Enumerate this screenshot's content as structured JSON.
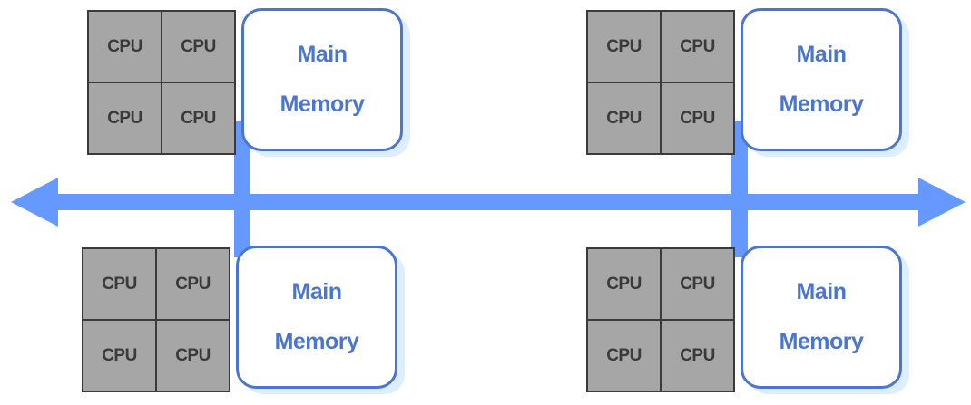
{
  "diagram": {
    "nodes": [
      {
        "id": "top-left",
        "cpus": [
          "CPU",
          "CPU",
          "CPU",
          "CPU"
        ],
        "memory": {
          "line1": "Main",
          "line2": "Memory"
        }
      },
      {
        "id": "top-right",
        "cpus": [
          "CPU",
          "CPU",
          "CPU",
          "CPU"
        ],
        "memory": {
          "line1": "Main",
          "line2": "Memory"
        }
      },
      {
        "id": "bottom-left",
        "cpus": [
          "CPU",
          "CPU",
          "CPU",
          "CPU"
        ],
        "memory": {
          "line1": "Main",
          "line2": "Memory"
        }
      },
      {
        "id": "bottom-right",
        "cpus": [
          "CPU",
          "CPU",
          "CPU",
          "CPU"
        ],
        "memory": {
          "line1": "Main",
          "line2": "Memory"
        }
      }
    ],
    "colors": {
      "bus": "#6699ff",
      "memory_border": "#4a76cf",
      "memory_text": "#4a76cf",
      "memory_shadow": "#dceeff",
      "cpu_fill": "#a6a6a6",
      "cpu_border": "#3a3a3a",
      "cpu_text": "#3a3a3a"
    }
  }
}
